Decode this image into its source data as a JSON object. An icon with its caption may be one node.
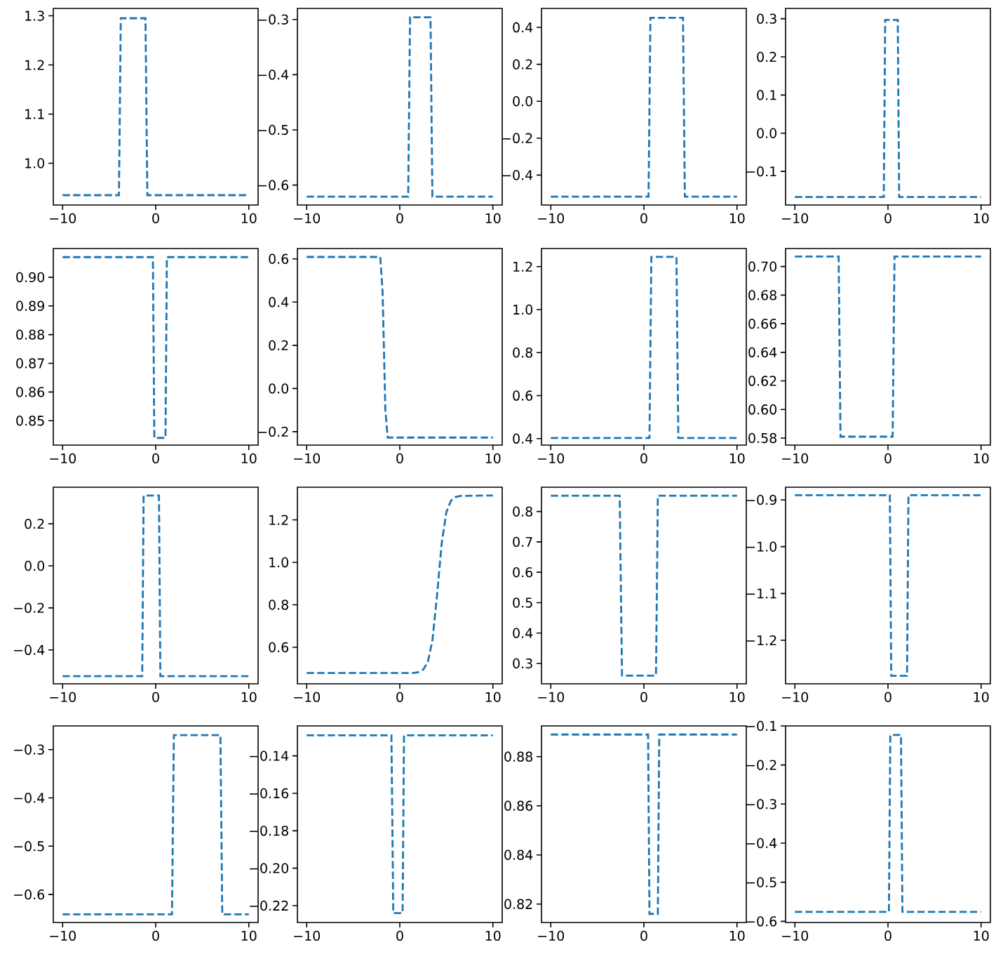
{
  "diagram": {
    "chart_data": [
      {
        "type": "line",
        "x": [
          -10,
          -3.95,
          -3.75,
          -1.1,
          -0.9,
          10
        ],
        "series": [
          {
            "color": "#1f77b4",
            "values": [
              0.935,
              0.935,
              1.295,
              1.295,
              0.935,
              0.935
            ],
            "line_style": "dashed"
          }
        ],
        "xlim": [
          -11,
          11
        ],
        "ylim": [
          0.915,
          1.315
        ],
        "xticks": [
          -10,
          0,
          10
        ],
        "yticks": [
          {
            "value": 1.0,
            "label": "1.0"
          },
          {
            "value": 1.1,
            "label": "1.1"
          },
          {
            "value": 1.2,
            "label": "1.2"
          },
          {
            "value": 1.3,
            "label": "1.3"
          }
        ]
      },
      {
        "type": "line",
        "x": [
          -10,
          0.9,
          1.1,
          3.3,
          3.5,
          10
        ],
        "series": [
          {
            "color": "#1f77b4",
            "values": [
              -0.621,
              -0.621,
              -0.296,
              -0.296,
              -0.621,
              -0.621
            ],
            "line_style": "dashed"
          }
        ],
        "xlim": [
          -11,
          11
        ],
        "ylim": [
          -0.636,
          -0.28
        ],
        "xticks": [
          -10,
          0,
          10
        ],
        "yticks": [
          {
            "value": -0.6,
            "label": "−0.6"
          },
          {
            "value": -0.5,
            "label": "−0.5"
          },
          {
            "value": -0.4,
            "label": "−0.4"
          },
          {
            "value": -0.3,
            "label": "−0.3"
          }
        ]
      },
      {
        "type": "line",
        "x": [
          -10,
          0.5,
          0.7,
          4.2,
          4.4,
          10
        ],
        "series": [
          {
            "color": "#1f77b4",
            "values": [
              -0.517,
              -0.517,
              0.452,
              0.452,
              -0.517,
              -0.517
            ],
            "line_style": "dashed"
          }
        ],
        "xlim": [
          -11,
          11
        ],
        "ylim": [
          -0.562,
          0.503
        ],
        "xticks": [
          -10,
          0,
          10
        ],
        "yticks": [
          {
            "value": -0.4,
            "label": "−0.4"
          },
          {
            "value": -0.2,
            "label": "−0.2"
          },
          {
            "value": 0.0,
            "label": "0.0"
          },
          {
            "value": 0.2,
            "label": "0.2"
          },
          {
            "value": 0.4,
            "label": "0.4"
          }
        ]
      },
      {
        "type": "line",
        "x": [
          -10,
          -0.45,
          -0.3,
          1.05,
          1.2,
          10
        ],
        "series": [
          {
            "color": "#1f77b4",
            "values": [
              -0.167,
              -0.167,
              0.297,
              0.297,
              -0.167,
              -0.167
            ],
            "line_style": "dashed"
          }
        ],
        "xlim": [
          -11,
          11
        ],
        "ylim": [
          -0.188,
          0.327
        ],
        "xticks": [
          -10,
          0,
          10
        ],
        "yticks": [
          {
            "value": -0.1,
            "label": "−0.1"
          },
          {
            "value": 0.0,
            "label": "0.0"
          },
          {
            "value": 0.1,
            "label": "0.1"
          },
          {
            "value": 0.2,
            "label": "0.2"
          },
          {
            "value": 0.3,
            "label": "0.3"
          }
        ]
      },
      {
        "type": "line",
        "x": [
          -10,
          -0.3,
          -0.15,
          1.05,
          1.2,
          10
        ],
        "series": [
          {
            "color": "#1f77b4",
            "values": [
              0.907,
              0.907,
              0.844,
              0.844,
              0.907,
              0.907
            ],
            "line_style": "dashed"
          }
        ],
        "xlim": [
          -11,
          11
        ],
        "ylim": [
          0.8415,
          0.91
        ],
        "xticks": [
          -10,
          0,
          10
        ],
        "yticks": [
          {
            "value": 0.85,
            "label": "0.85"
          },
          {
            "value": 0.86,
            "label": "0.86"
          },
          {
            "value": 0.87,
            "label": "0.87"
          },
          {
            "value": 0.88,
            "label": "0.88"
          },
          {
            "value": 0.89,
            "label": "0.89"
          },
          {
            "value": 0.9,
            "label": "0.90"
          }
        ]
      },
      {
        "type": "line",
        "x": [
          -10,
          -2.1,
          -1.85,
          -1.55,
          -1.3,
          10
        ],
        "series": [
          {
            "color": "#1f77b4",
            "values": [
              0.609,
              0.609,
              0.45,
              -0.1,
              -0.227,
              -0.227
            ],
            "line_style": "dashed"
          }
        ],
        "xlim": [
          -11,
          11
        ],
        "ylim": [
          -0.262,
          0.648
        ],
        "xticks": [
          -10,
          0,
          10
        ],
        "yticks": [
          {
            "value": -0.2,
            "label": "−0.2"
          },
          {
            "value": 0.0,
            "label": "0.0"
          },
          {
            "value": 0.2,
            "label": "0.2"
          },
          {
            "value": 0.4,
            "label": "0.4"
          },
          {
            "value": 0.6,
            "label": "0.6"
          }
        ]
      },
      {
        "type": "line",
        "x": [
          -10,
          0.6,
          0.8,
          3.5,
          3.7,
          10
        ],
        "series": [
          {
            "color": "#1f77b4",
            "values": [
              0.403,
              0.403,
              1.245,
              1.245,
              0.403,
              0.403
            ],
            "line_style": "dashed"
          }
        ],
        "xlim": [
          -11,
          11
        ],
        "ylim": [
          0.37,
          1.284
        ],
        "xticks": [
          -10,
          0,
          10
        ],
        "yticks": [
          {
            "value": 0.4,
            "label": "0.4"
          },
          {
            "value": 0.6,
            "label": "0.6"
          },
          {
            "value": 0.8,
            "label": "0.8"
          },
          {
            "value": 1.0,
            "label": "1.0"
          },
          {
            "value": 1.2,
            "label": "1.2"
          }
        ]
      },
      {
        "type": "line",
        "x": [
          -10,
          -5.3,
          -5.1,
          0.5,
          0.7,
          10
        ],
        "series": [
          {
            "color": "#1f77b4",
            "values": [
              0.707,
              0.707,
              0.581,
              0.581,
              0.707,
              0.707
            ],
            "line_style": "dashed"
          }
        ],
        "xlim": [
          -11,
          11
        ],
        "ylim": [
          0.5751,
          0.7126
        ],
        "xticks": [
          -10,
          0,
          10
        ],
        "yticks": [
          {
            "value": 0.58,
            "label": "0.58"
          },
          {
            "value": 0.6,
            "label": "0.60"
          },
          {
            "value": 0.62,
            "label": "0.62"
          },
          {
            "value": 0.64,
            "label": "0.64"
          },
          {
            "value": 0.66,
            "label": "0.66"
          },
          {
            "value": 0.68,
            "label": "0.68"
          },
          {
            "value": 0.7,
            "label": "0.70"
          }
        ]
      },
      {
        "type": "line",
        "x": [
          -10,
          -1.45,
          -1.3,
          0.35,
          0.5,
          10
        ],
        "series": [
          {
            "color": "#1f77b4",
            "values": [
              -0.525,
              -0.525,
              0.334,
              0.334,
              -0.525,
              -0.525
            ],
            "line_style": "dashed"
          }
        ],
        "xlim": [
          -11,
          11
        ],
        "ylim": [
          -0.561,
          0.374
        ],
        "xticks": [
          -10,
          0,
          10
        ],
        "yticks": [
          {
            "value": -0.4,
            "label": "−0.4"
          },
          {
            "value": -0.2,
            "label": "−0.2"
          },
          {
            "value": 0.0,
            "label": "0.0"
          },
          {
            "value": 0.2,
            "label": "0.2"
          }
        ]
      },
      {
        "type": "line",
        "x": [
          -10,
          1.5,
          2,
          2.5,
          3,
          3.5,
          4,
          4.5,
          5,
          5.5,
          6,
          6.5,
          10
        ],
        "series": [
          {
            "color": "#1f77b4",
            "values": [
              0.479,
              0.479,
              0.483,
              0.494,
              0.529,
              0.631,
              0.845,
              1.09,
              1.236,
              1.291,
              1.308,
              1.313,
              1.315
            ],
            "line_style": "dashed"
          }
        ],
        "xlim": [
          -11,
          11
        ],
        "ylim": [
          0.428,
          1.354
        ],
        "xticks": [
          -10,
          0,
          10
        ],
        "yticks": [
          {
            "value": 0.6,
            "label": "0.6"
          },
          {
            "value": 0.8,
            "label": "0.8"
          },
          {
            "value": 1.0,
            "label": "1.0"
          },
          {
            "value": 1.2,
            "label": "1.2"
          }
        ]
      },
      {
        "type": "line",
        "x": [
          -10,
          -2.6,
          -2.35,
          1.3,
          1.5,
          10
        ],
        "series": [
          {
            "color": "#1f77b4",
            "values": [
              0.852,
              0.852,
              0.26,
              0.26,
              0.852,
              0.852
            ],
            "line_style": "dashed"
          }
        ],
        "xlim": [
          -11,
          11
        ],
        "ylim": [
          0.233,
          0.88
        ],
        "xticks": [
          -10,
          0,
          10
        ],
        "yticks": [
          {
            "value": 0.3,
            "label": "0.3"
          },
          {
            "value": 0.4,
            "label": "0.4"
          },
          {
            "value": 0.5,
            "label": "0.5"
          },
          {
            "value": 0.6,
            "label": "0.6"
          },
          {
            "value": 0.7,
            "label": "0.7"
          },
          {
            "value": 0.8,
            "label": "0.8"
          }
        ]
      },
      {
        "type": "line",
        "x": [
          -10,
          0.2,
          0.35,
          2.05,
          2.2,
          10
        ],
        "series": [
          {
            "color": "#1f77b4",
            "values": [
              -0.89,
              -0.89,
              -1.276,
              -1.276,
              -0.89,
              -0.89
            ],
            "line_style": "dashed"
          }
        ],
        "xlim": [
          -11,
          11
        ],
        "ylim": [
          -1.293,
          -0.873
        ],
        "xticks": [
          -10,
          0,
          10
        ],
        "yticks": [
          {
            "value": -1.2,
            "label": "−1.2"
          },
          {
            "value": -1.1,
            "label": "−1.1"
          },
          {
            "value": -1.0,
            "label": "−1.0"
          },
          {
            "value": -0.9,
            "label": "−0.9"
          }
        ]
      },
      {
        "type": "line",
        "x": [
          -10,
          1.75,
          1.95,
          6.95,
          7.15,
          10
        ],
        "series": [
          {
            "color": "#1f77b4",
            "values": [
              -0.641,
              -0.641,
              -0.27,
              -0.27,
              -0.641,
              -0.641
            ],
            "line_style": "dashed"
          }
        ],
        "xlim": [
          -11,
          11
        ],
        "ylim": [
          -0.658,
          -0.251
        ],
        "xticks": [
          -10,
          0,
          10
        ],
        "yticks": [
          {
            "value": -0.6,
            "label": "−0.6"
          },
          {
            "value": -0.5,
            "label": "−0.5"
          },
          {
            "value": -0.4,
            "label": "−0.4"
          },
          {
            "value": -0.3,
            "label": "−0.3"
          }
        ]
      },
      {
        "type": "line",
        "x": [
          -10,
          -0.9,
          -0.7,
          0.3,
          0.45,
          10
        ],
        "series": [
          {
            "color": "#1f77b4",
            "values": [
              -0.129,
              -0.129,
              -0.224,
              -0.224,
              -0.129,
              -0.129
            ],
            "line_style": "dashed"
          }
        ],
        "xlim": [
          -11,
          11
        ],
        "ylim": [
          -0.229,
          -0.124
        ],
        "xticks": [
          -10,
          0,
          10
        ],
        "yticks": [
          {
            "value": -0.22,
            "label": "−0.22"
          },
          {
            "value": -0.2,
            "label": "−0.20"
          },
          {
            "value": -0.18,
            "label": "−0.18"
          },
          {
            "value": -0.16,
            "label": "−0.16"
          },
          {
            "value": -0.14,
            "label": "−0.14"
          }
        ]
      },
      {
        "type": "line",
        "x": [
          -10,
          0.45,
          0.6,
          1.5,
          1.65,
          10
        ],
        "series": [
          {
            "color": "#1f77b4",
            "values": [
              0.889,
              0.889,
              0.816,
              0.816,
              0.889,
              0.889
            ],
            "line_style": "dashed"
          }
        ],
        "xlim": [
          -11,
          11
        ],
        "ylim": [
          0.8125,
          0.8925
        ],
        "xticks": [
          -10,
          0,
          10
        ],
        "yticks": [
          {
            "value": 0.82,
            "label": "0.82"
          },
          {
            "value": 0.84,
            "label": "0.84"
          },
          {
            "value": 0.86,
            "label": "0.86"
          },
          {
            "value": 0.88,
            "label": "0.88"
          }
        ]
      },
      {
        "type": "line",
        "x": [
          -10,
          0.1,
          0.25,
          1.4,
          1.55,
          10
        ],
        "series": [
          {
            "color": "#1f77b4",
            "values": [
              -0.576,
              -0.576,
              -0.123,
              -0.123,
              -0.576,
              -0.576
            ],
            "line_style": "dashed"
          }
        ],
        "xlim": [
          -11,
          11
        ],
        "ylim": [
          -0.603,
          -0.1
        ],
        "xticks": [
          -10,
          0,
          10
        ],
        "yticks": [
          {
            "value": -0.6,
            "label": "−0.6"
          },
          {
            "value": -0.5,
            "label": "−0.5"
          },
          {
            "value": -0.4,
            "label": "−0.4"
          },
          {
            "value": -0.3,
            "label": "−0.3"
          },
          {
            "value": -0.2,
            "label": "−0.2"
          },
          {
            "value": -0.1,
            "label": "−0.1"
          }
        ]
      }
    ]
  }
}
